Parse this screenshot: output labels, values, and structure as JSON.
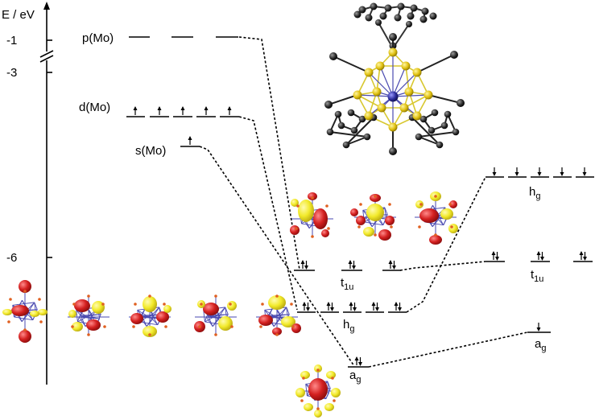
{
  "axis": {
    "label": "E / eV",
    "ticks": [
      "-1",
      "-3",
      "-6"
    ]
  },
  "levels": {
    "p_mo": "p(Mo)",
    "d_mo": "d(Mo)",
    "s_mo": "s(Mo)"
  },
  "symmetry": {
    "t1u_center": {
      "main": "t",
      "sub": "1u"
    },
    "hg_center": {
      "main": "h",
      "sub": "g"
    },
    "ag_center": {
      "main": "a",
      "sub": "g"
    },
    "hg_right": {
      "main": "h",
      "sub": "g"
    },
    "t1u_right": {
      "main": "t",
      "sub": "1u"
    },
    "ag_right": {
      "main": "a",
      "sub": "g"
    }
  },
  "colors": {
    "lobe_red": "#d42020",
    "lobe_yellow": "#f2ea2a",
    "bond_blue": "#4a4ab0",
    "atom_dark": "#2a2a2a",
    "cage_yellow": "#e6c81a",
    "cage_bond": "#d8c830",
    "metal_blue": "#2a2a9a"
  },
  "icons": {
    "orbital": "orbital-isosurface-icon",
    "molecule": "molecule-structure-icon"
  }
}
